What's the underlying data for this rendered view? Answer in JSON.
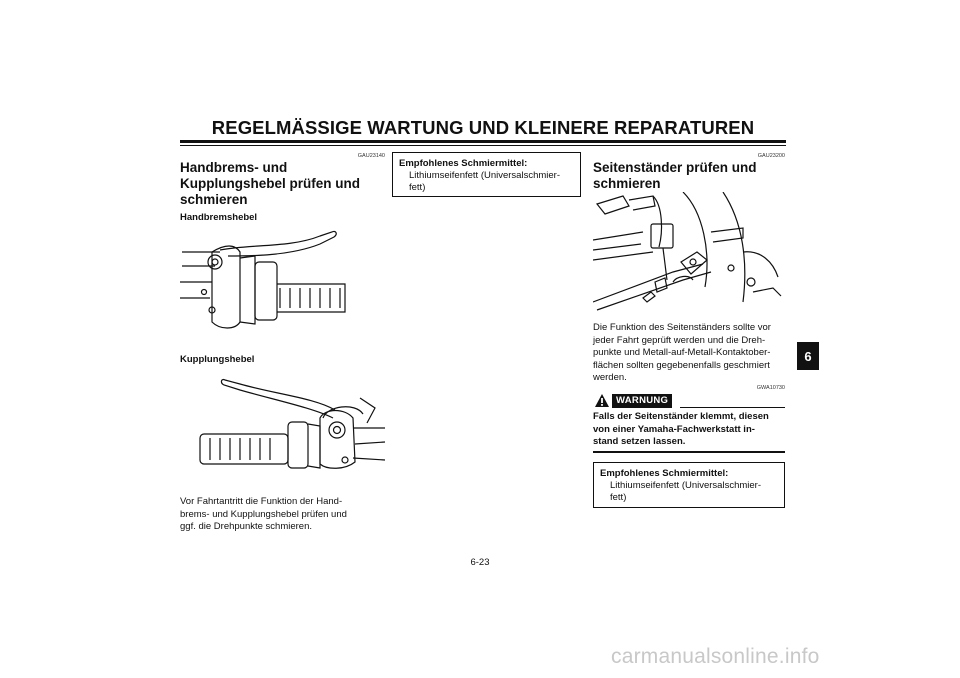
{
  "header": {
    "title": "REGELMÄSSIGE WARTUNG UND KLEINERE REPARATUREN"
  },
  "section_tab": "6",
  "left_column": {
    "code": "GAU23140",
    "heading": [
      "Handbrems- und",
      "Kupplungshebel prüfen und",
      "schmieren"
    ],
    "subheading_1": "Handbremshebel",
    "subheading_2": "Kupplungshebel",
    "paragraph": [
      "Vor Fahrtantritt die Funktion der Hand-",
      "brems- und Kupplungshebel prüfen und",
      "ggf. die Drehpunkte schmieren."
    ]
  },
  "middle_column": {
    "lubricant_box": {
      "title": "Empfohlenes Schmiermittel:",
      "lines": [
        "Lithiumseifenfett (Universalschmier-",
        "fett)"
      ]
    }
  },
  "right_column": {
    "code": "GAU23200",
    "heading": [
      "Seitenständer prüfen und",
      "schmieren"
    ],
    "paragraph": [
      "Die Funktion des Seitenständers sollte vor",
      "jeder Fahrt geprüft werden und die Dreh-",
      "punkte und Metall-auf-Metall-Kontaktober-",
      "flächen sollten gegebenenfalls geschmiert",
      "werden."
    ],
    "warning_code": "GWA10730",
    "warning_label": "WARNUNG",
    "warning_text": [
      "Falls der Seitenständer klemmt, diesen",
      "von einer Yamaha-Fachwerkstatt in-",
      "stand setzen lassen."
    ],
    "lubricant_box": {
      "title": "Empfohlenes Schmiermittel:",
      "lines": [
        "Lithiumseifenfett (Universalschmier-",
        "fett)"
      ]
    }
  },
  "footer": {
    "page_number": "6-23",
    "watermark": "carmanualsonline.info"
  }
}
